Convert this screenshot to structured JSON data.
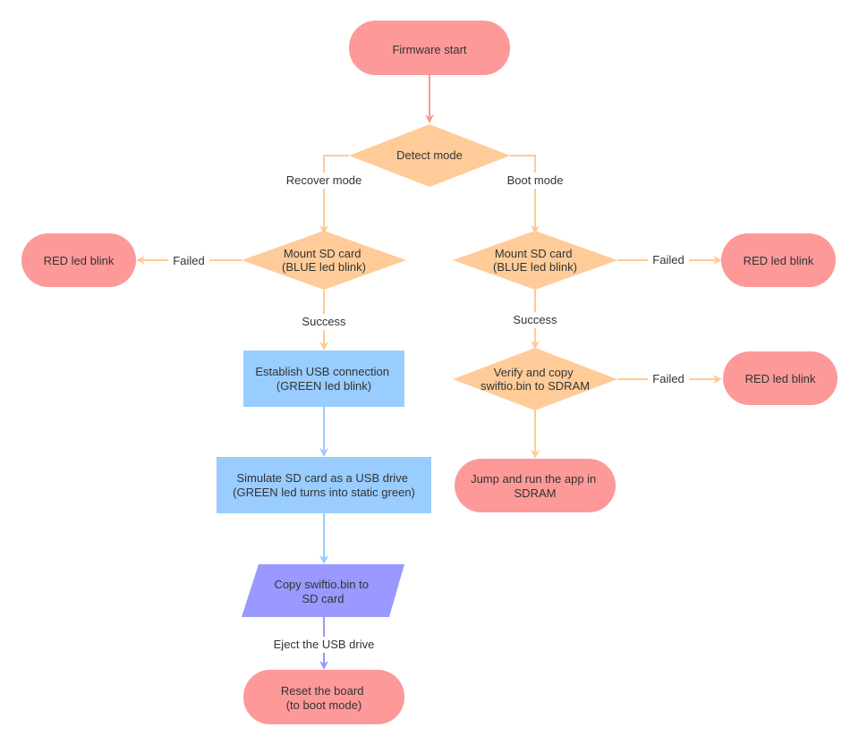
{
  "colors": {
    "terminal": "#fd9999",
    "decision": "#ffcc99",
    "process": "#99ccff",
    "io": "#9999ff",
    "arrow_red": "#f79a9a",
    "arrow_orange": "#ffca95",
    "arrow_blue": "#99ccff",
    "arrow_purple": "#9999ff",
    "text": "#333333"
  },
  "nodes": {
    "start": {
      "lines": [
        "Firmware start"
      ]
    },
    "detect": {
      "lines": [
        "Detect mode"
      ]
    },
    "mount_recover": {
      "lines": [
        "Mount SD card",
        "(BLUE led blink)"
      ]
    },
    "fail_recover": {
      "lines": [
        "RED led blink"
      ]
    },
    "usb_conn": {
      "lines": [
        "Establish USB connection",
        "(GREEN led blink)"
      ]
    },
    "simulate": {
      "lines": [
        "Simulate SD card as a USB drive",
        "(GREEN led turns into static green)"
      ]
    },
    "copy_bin": {
      "lines": [
        "Copy swiftio.bin to",
        "SD card"
      ]
    },
    "reset": {
      "lines": [
        "Reset the board",
        "(to boot mode)"
      ]
    },
    "mount_boot": {
      "lines": [
        "Mount SD card",
        "(BLUE led blink)"
      ]
    },
    "fail_boot_mount": {
      "lines": [
        "RED led blink"
      ]
    },
    "verify": {
      "lines": [
        "Verify and copy",
        "swiftio.bin to SDRAM"
      ]
    },
    "fail_verify": {
      "lines": [
        "RED led blink"
      ]
    },
    "jump": {
      "lines": [
        "Jump and run the app in",
        "SDRAM"
      ]
    }
  },
  "edge_labels": {
    "recover_mode": "Recover mode",
    "boot_mode": "Boot mode",
    "failed_recover": "Failed",
    "success_recover": "Success",
    "failed_boot": "Failed",
    "success_boot": "Success",
    "failed_verify": "Failed",
    "eject": "Eject the USB drive"
  }
}
